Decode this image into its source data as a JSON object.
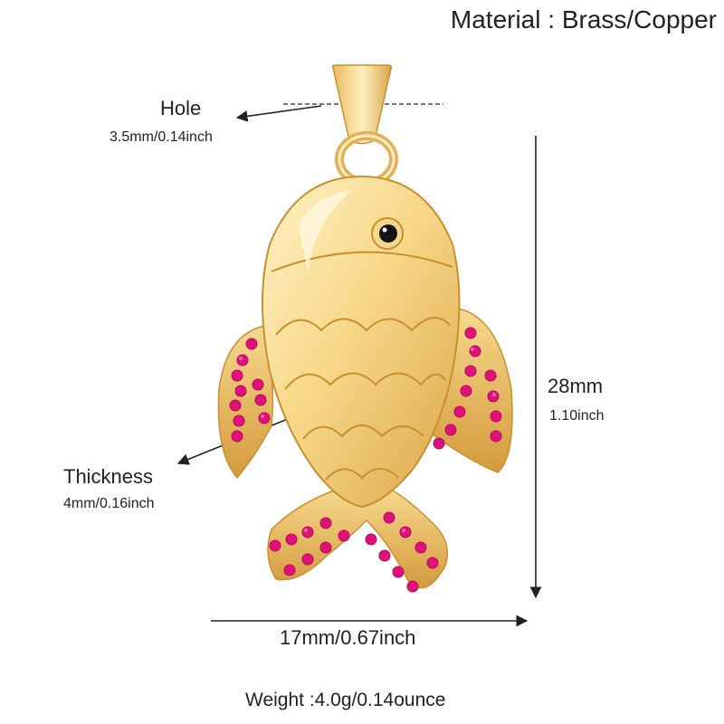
{
  "material": "Material : Brass/Copper",
  "hole": {
    "label": "Hole",
    "size": "3.5mm/0.14inch"
  },
  "height": {
    "mm": "28mm",
    "inch": "1.10inch"
  },
  "thickness": {
    "label": "Thickness",
    "size": "4mm/0.16inch"
  },
  "width": {
    "label": "17mm/0.67inch"
  },
  "weight": "Weight :4.0g/0.14ounce",
  "colors": {
    "gold_light": "#fbe3a0",
    "gold_mid": "#eec46a",
    "gold_dark": "#c98f2f",
    "stone_pink": "#e0127a",
    "stone_light": "#f56ab0",
    "eye": "#141414"
  }
}
